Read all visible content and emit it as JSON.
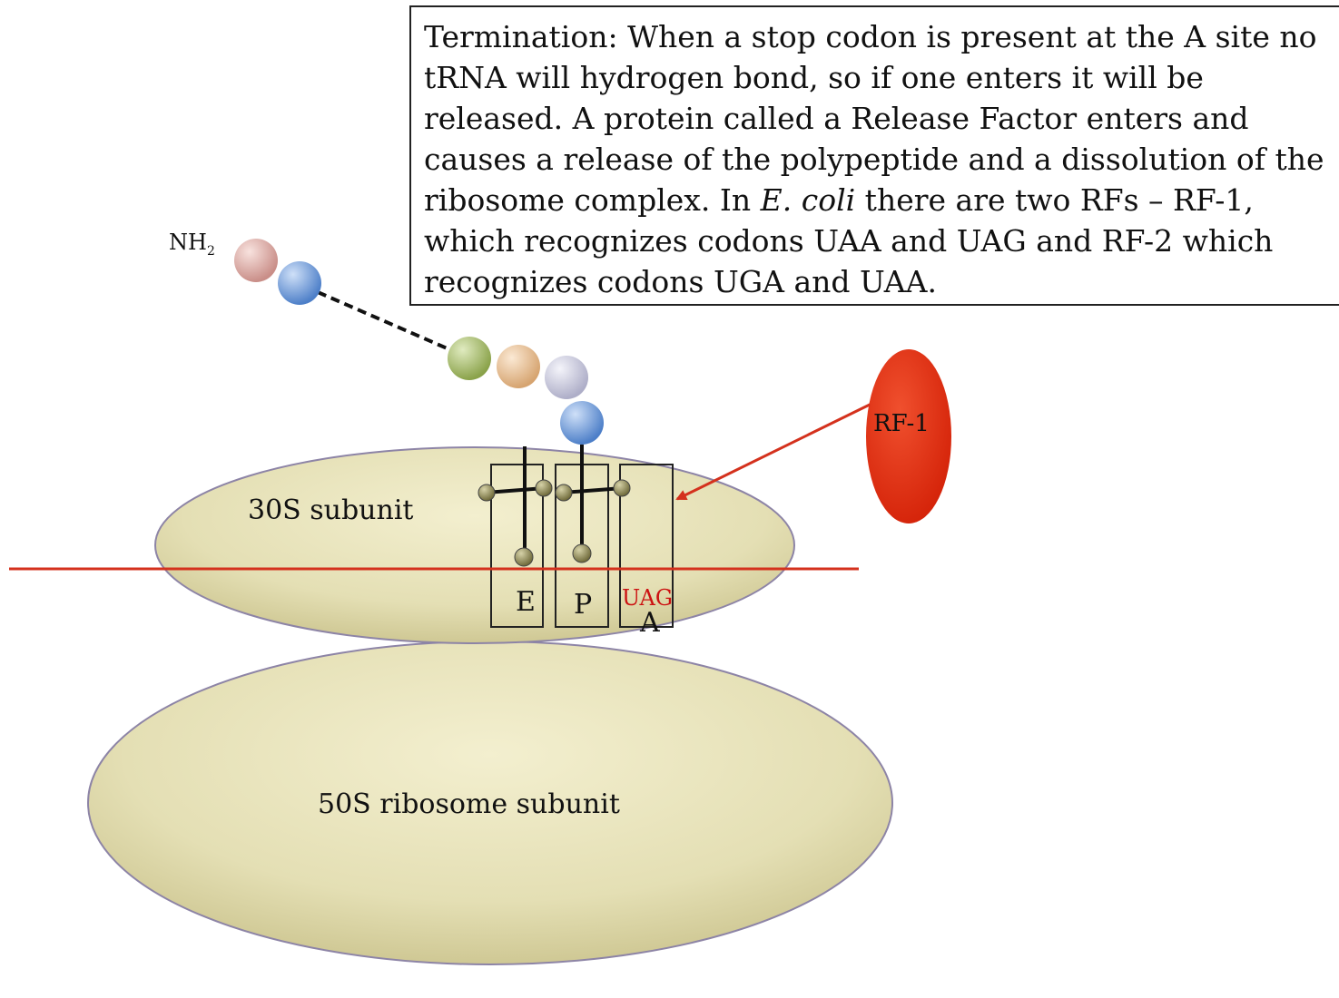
{
  "caption": {
    "part1": "Termination: When a stop codon is present at the A site no tRNA will hydrogen bond, so if one enters it will be released. A protein called a Release Factor enters and causes a release of the polypeptide and a dissolution of the ribosome complex. In ",
    "italic": "E. coli",
    "part2": " there are two RFs – RF-1, which recognizes codons UAA and UAG and RF-2 which recognizes codons UGA and UAA."
  },
  "labels": {
    "amino_terminus": "NH",
    "amino_terminus_sub": "2",
    "small_subunit": "30S subunit",
    "large_subunit": "50S ribosome subunit",
    "site_e": "E",
    "site_p": "P",
    "site_a": "A",
    "stop_codon": "UAG",
    "release_factor": "RF-1"
  },
  "colors": {
    "subunit_fill": "#e4dfb4",
    "subunit_edge": "#8d84a6",
    "mrna": "#d4311d",
    "release_factor": "#e02a10",
    "arrow": "#d4311d",
    "stop_codon_text": "#cc1111",
    "tRNA_bead": "#8a8452",
    "amino_acids": [
      "#d9a6a0",
      "#6c9ad8",
      "#a9bd6a",
      "#e8c39a",
      "#cfcfe0",
      "#6c9ad8"
    ]
  }
}
